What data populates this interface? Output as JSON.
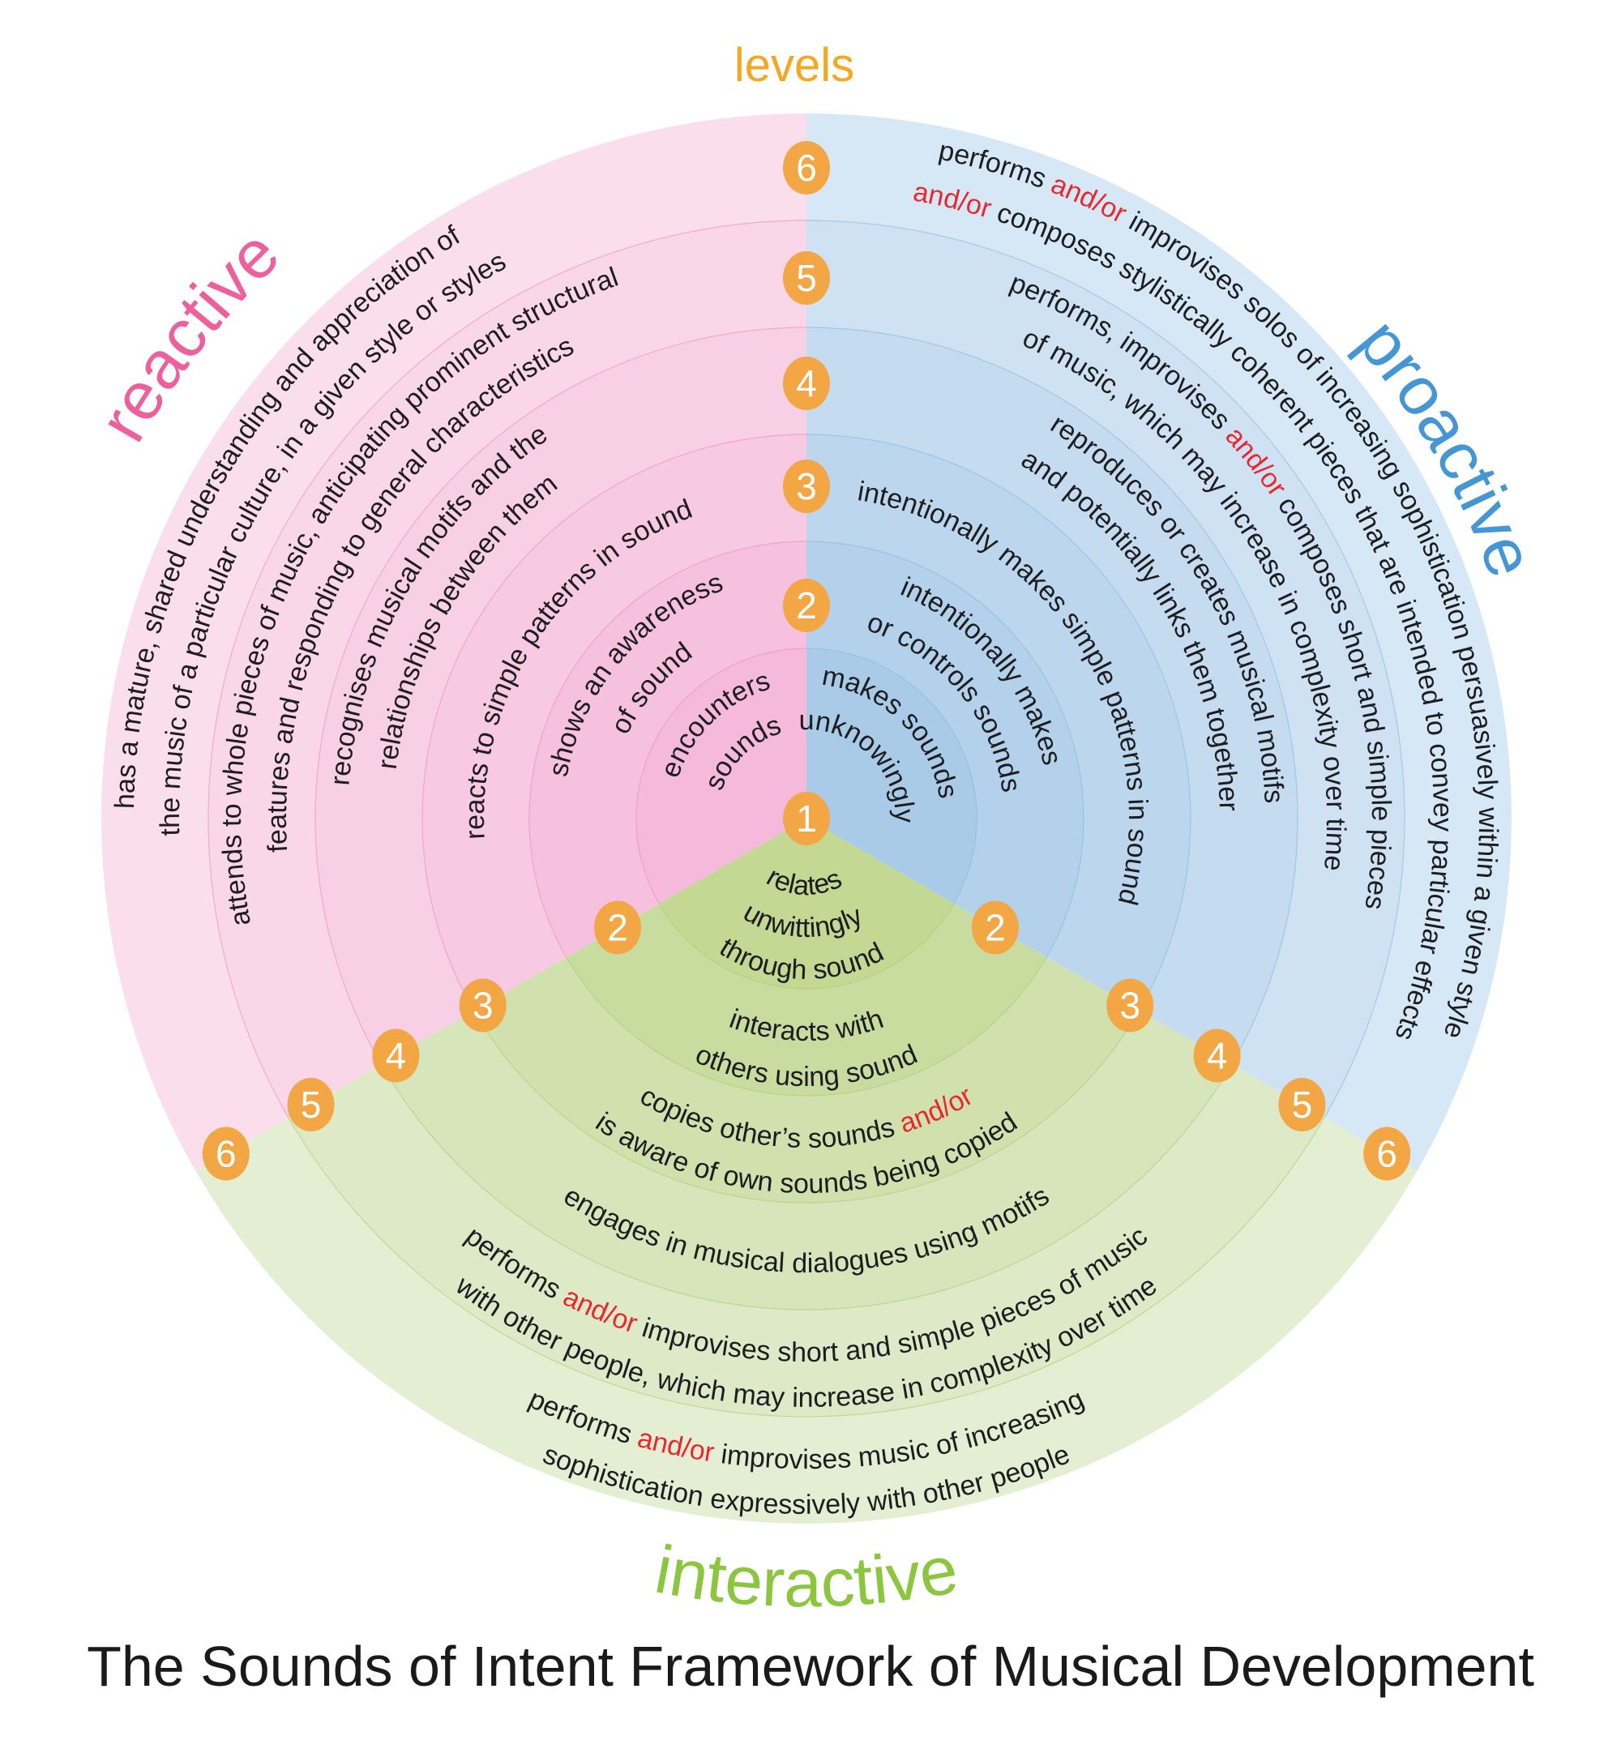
{
  "title": "The Sounds of Intent Framework of Musical Development",
  "levels_label": "levels",
  "level_badges": {
    "numbers": [
      "1",
      "2",
      "3",
      "4",
      "5",
      "6"
    ]
  },
  "sectors": [
    {
      "id": "reactive",
      "label": "reactive",
      "position": "top-left",
      "levels": [
        {
          "level": 1,
          "lines": [
            "encounters",
            "sounds"
          ]
        },
        {
          "level": 2,
          "lines": [
            "shows an awareness",
            "of sound"
          ]
        },
        {
          "level": 3,
          "lines": [
            "reacts to simple patterns in sound"
          ]
        },
        {
          "level": 4,
          "lines": [
            "recognises musical motifs and the",
            "relationships between them"
          ]
        },
        {
          "level": 5,
          "lines": [
            "attends to whole pieces of music, anticipating prominent structural",
            "features and responding to general characteristics"
          ]
        },
        {
          "level": 6,
          "lines": [
            "has a mature, shared understanding and appreciation of",
            "the music of a particular culture, in a given style or styles"
          ]
        }
      ]
    },
    {
      "id": "proactive",
      "label": "proactive",
      "position": "top-right",
      "levels": [
        {
          "level": 1,
          "lines": [
            "makes sounds",
            "unknowingly"
          ]
        },
        {
          "level": 2,
          "lines": [
            "intentionally makes",
            "or controls sounds"
          ]
        },
        {
          "level": 3,
          "lines": [
            "intentionally makes simple patterns in sound"
          ]
        },
        {
          "level": 4,
          "lines": [
            "reproduces or creates musical motifs",
            "and potentially links them together"
          ]
        },
        {
          "level": 5,
          "lines": [
            "performs, improvises [[and/or]] composes short and simple pieces",
            "of music, which may increase in complexity over time"
          ]
        },
        {
          "level": 6,
          "lines": [
            "performs [[and/or]] improvises solos of increasing sophistication persuasively within a given style",
            "[[and/or]] composes stylistically coherent pieces that are intended to convey particular effects"
          ]
        }
      ]
    },
    {
      "id": "interactive",
      "label": "interactive",
      "position": "bottom",
      "levels": [
        {
          "level": 1,
          "lines": [
            "relates",
            "unwittingly",
            "through sound"
          ]
        },
        {
          "level": 2,
          "lines": [
            "interacts with",
            "others using sound"
          ]
        },
        {
          "level": 3,
          "lines": [
            "copies other’s sounds [[and/or]]",
            "is aware of own sounds being copied"
          ]
        },
        {
          "level": 4,
          "lines": [
            "engages in musical dialogues using motifs"
          ]
        },
        {
          "level": 5,
          "lines": [
            "performs [[and/or]] improvises short and simple pieces of music",
            "with other people, which may increase in complexity over time"
          ]
        },
        {
          "level": 6,
          "lines": [
            "performs [[and/or]] improvises music of increasing",
            "sophistication expressively with other people"
          ]
        }
      ]
    }
  ],
  "colors": {
    "reactive_label": "#ee5f9d",
    "proactive_label": "#4596d4",
    "interactive_label": "#8cc63f",
    "levels_label": "#f5a81f",
    "badge_fill": "#f2a644",
    "badge_number": "#ffffff",
    "emphasis_red": "#e8282f",
    "ring_text": "#1d1d1f",
    "title_text": "#1a1a1a",
    "bands": {
      "reactive": [
        "#f5badb",
        "#f6c1de",
        "#f7c9e2",
        "#f8d0e5",
        "#f9d7e9",
        "#fadeec"
      ],
      "proactive": [
        "#aacbe8",
        "#b3d1eb",
        "#bcd6ee",
        "#c5dcf0",
        "#cee2f3",
        "#d6e8f5"
      ],
      "interactive": [
        "#c2d893",
        "#c9dca0",
        "#d0e1ad",
        "#d7e5ba",
        "#dee9c7",
        "#e4eed3"
      ]
    },
    "band_lines": {
      "reactive": "#ef87bb",
      "proactive": "#7fb5e0",
      "interactive": "#a3cb6a"
    }
  }
}
